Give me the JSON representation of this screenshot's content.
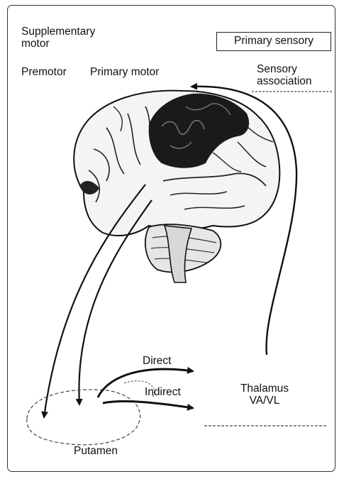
{
  "labels": {
    "supplementary_motor": [
      "Supplementary",
      "motor"
    ],
    "premotor": "Premotor",
    "primary_motor": "Primary motor",
    "primary_sensory": "Primary sensory",
    "sensory_association": [
      "Sensory",
      "association"
    ],
    "direct": "Direct",
    "indirect": "Indirect",
    "thalamus": [
      "Thalamus",
      "VA/VL"
    ],
    "putamen": "Putamen"
  },
  "colors": {
    "ink": "#111111",
    "brain_fill": "#f4f4f4",
    "dark_region": "#1a1a1a"
  }
}
